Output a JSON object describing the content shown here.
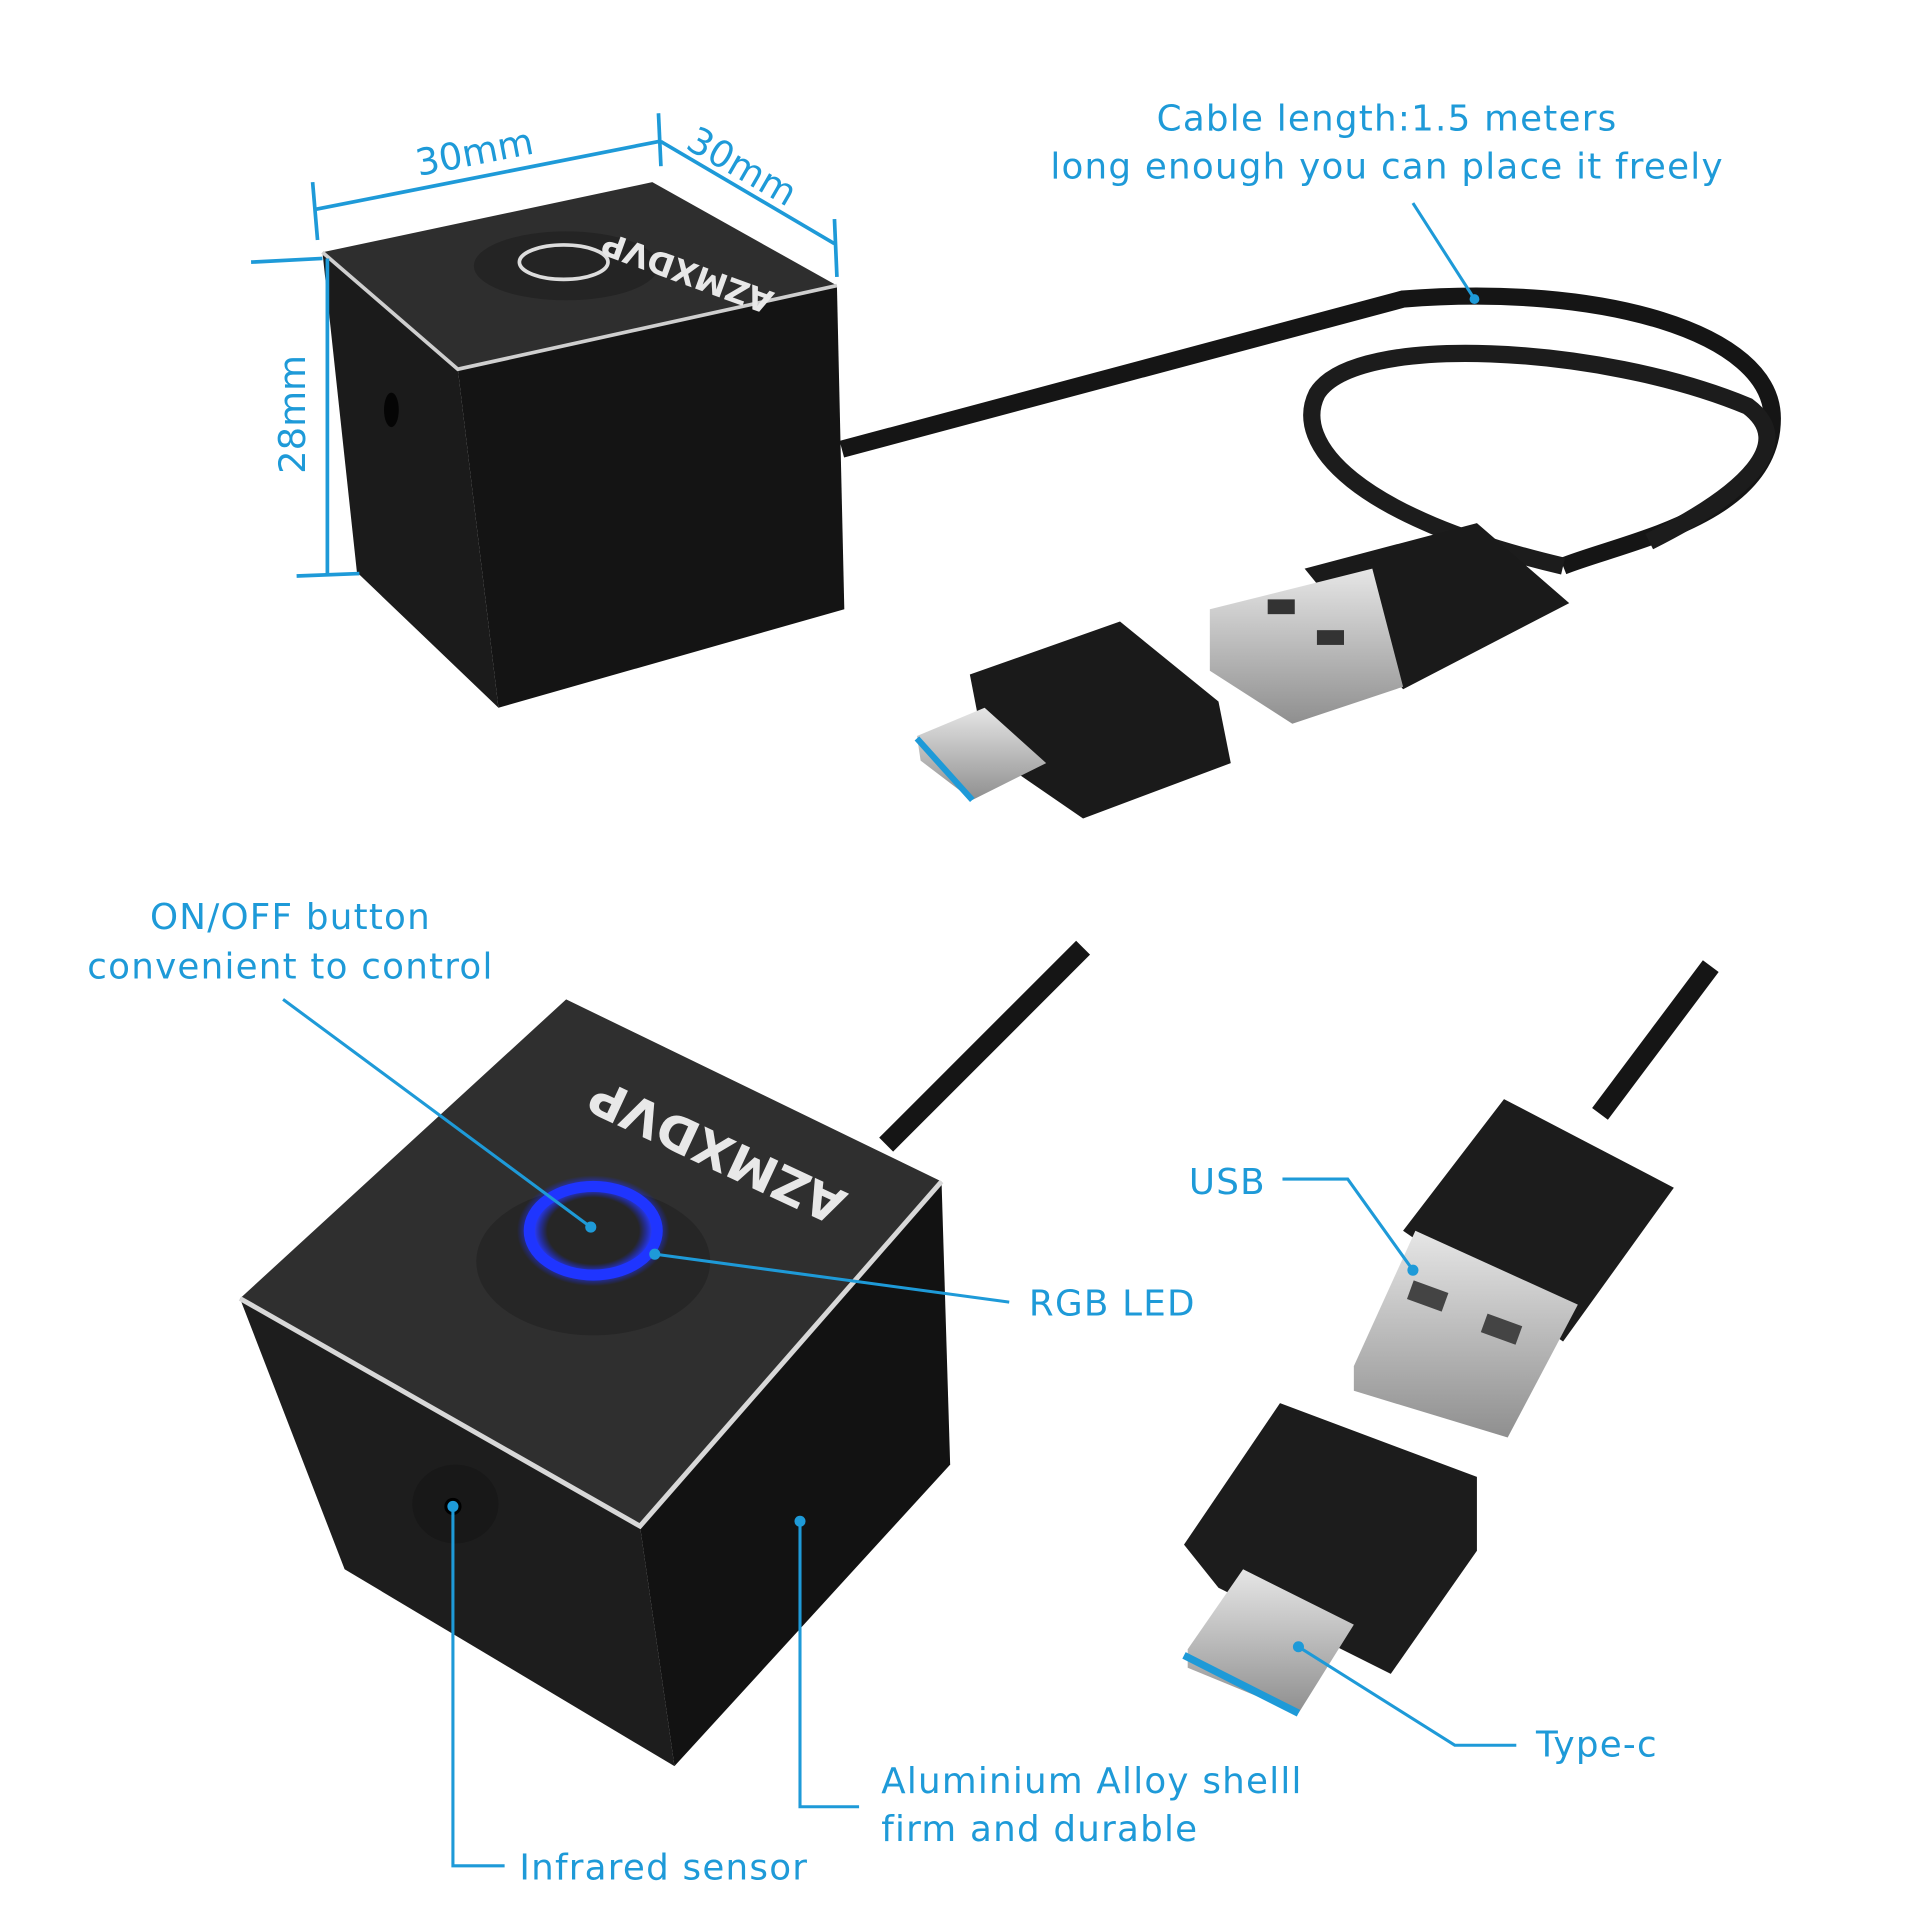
{
  "brand_logo": "AZMXDVP",
  "dimensions": {
    "width": "30mm",
    "depth": "30mm",
    "height": "28mm"
  },
  "cable": {
    "line1": "Cable length:1.5 meters",
    "line2": "long enough you can place it freely"
  },
  "callouts": {
    "button_line1": "ON/OFF button",
    "button_line2": "convenient to control",
    "rgb_led": "RGB LED",
    "usb": "USB",
    "type_c": "Type-c",
    "shell_line1": "Aluminium Alloy shelll",
    "shell_line2": "firm and durable",
    "infrared": "Infrared sensor"
  },
  "colors": {
    "accent": "#1e9ad8",
    "led": "#1a2cff",
    "body": "#262626"
  }
}
